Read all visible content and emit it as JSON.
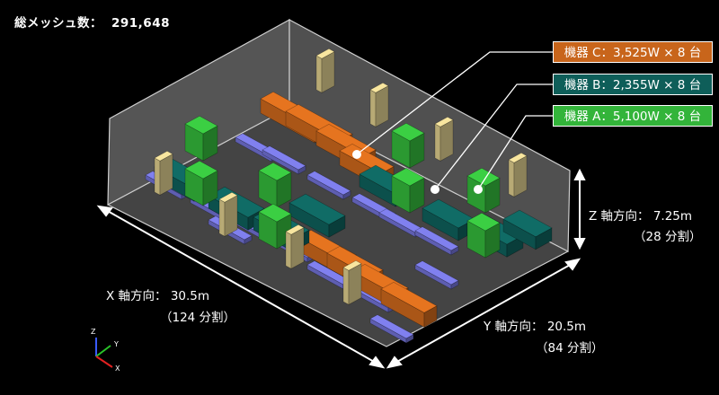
{
  "header": {
    "mesh_label": "総メッシュ数：",
    "mesh_count": "291,648"
  },
  "legend": [
    {
      "label": "機器 C：3,525W × 8 台",
      "color": "#c8651b"
    },
    {
      "label": "機器 B：2,355W × 8 台",
      "color": "#0e5e59"
    },
    {
      "label": "機器 A：5,100W × 8 台",
      "color": "#33b43a"
    }
  ],
  "dimensions": {
    "x": {
      "label": "X 軸方向：  30.5m",
      "divisions": "（124 分割）"
    },
    "y": {
      "label": "Y 軸方向：  20.5m",
      "divisions": "（84 分割）"
    },
    "z": {
      "label": "Z 軸方向：  7.25m",
      "divisions": "（28 分割）"
    }
  },
  "axes": {
    "x": "X",
    "y": "Y",
    "z": "Z"
  },
  "colors": {
    "equipment_c": "#c8651b",
    "equipment_b": "#0e5e59",
    "equipment_a": "#33b43a",
    "vent_panel": "#6f6fd0",
    "cabinet": "#d8c88a",
    "room_wall": "#c4c4c4",
    "room_floor": "#444444"
  }
}
